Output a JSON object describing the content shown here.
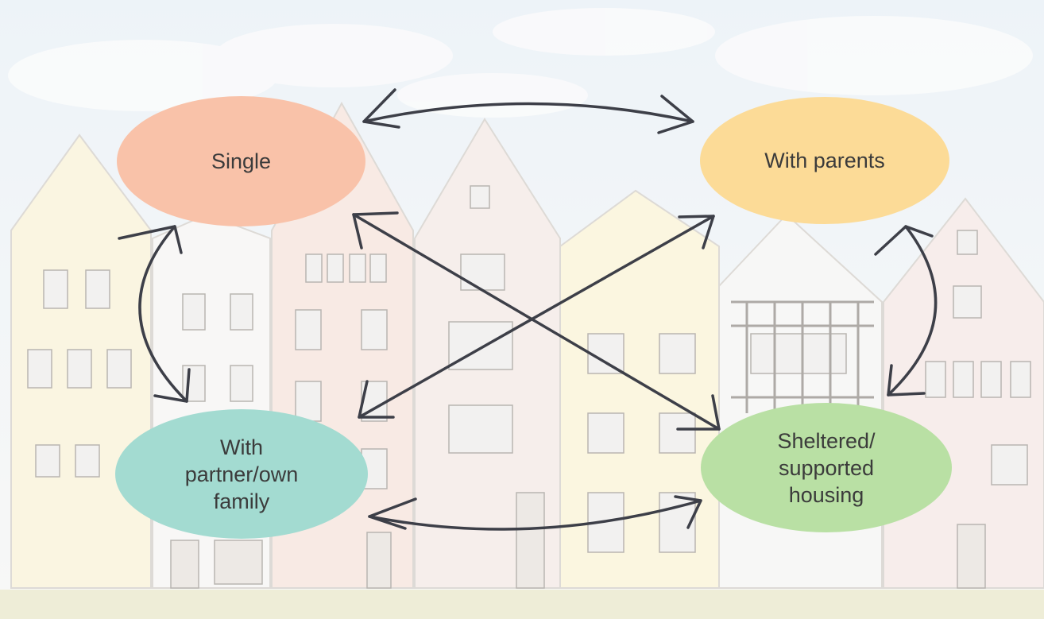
{
  "nodes": {
    "single": {
      "label": "Single",
      "color": "#f9c2a9"
    },
    "with_parents": {
      "label": "With parents",
      "color": "#fcdb97"
    },
    "with_partner": {
      "label": "With\npartner/own\nfamily",
      "color": "#a3dbd1"
    },
    "sheltered": {
      "label": "Sheltered/\nsupported\nhousing",
      "color": "#b9e0a4"
    }
  },
  "edges": [
    {
      "from": "single",
      "to": "with_parents",
      "direction": "both"
    },
    {
      "from": "single",
      "to": "with_partner",
      "direction": "both"
    },
    {
      "from": "with_parents",
      "to": "sheltered",
      "direction": "both"
    },
    {
      "from": "with_partner",
      "to": "sheltered",
      "direction": "both"
    },
    {
      "from": "single",
      "to": "sheltered",
      "direction": "both"
    },
    {
      "from": "with_parents",
      "to": "with_partner",
      "direction": "both"
    }
  ],
  "background": {
    "subject": "row of colourful gabled townhouses under a sky",
    "sky_color": "#e6eef5",
    "ground_color": "#e4e2bf"
  }
}
